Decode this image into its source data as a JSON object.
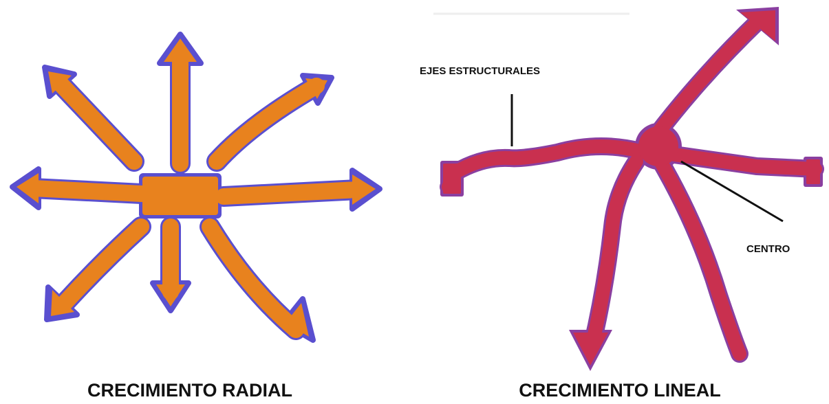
{
  "radial": {
    "caption": "CRECIMIENTO RADIAL",
    "color": "#e8821e",
    "outline": "#5a4fcf"
  },
  "lineal": {
    "caption": "CRECIMIENTO LINEAL",
    "label_axes": "EJES ESTRUCTURALES",
    "label_center": "CENTRO",
    "color": "#c9304f",
    "outline": "#8a3fa0"
  }
}
